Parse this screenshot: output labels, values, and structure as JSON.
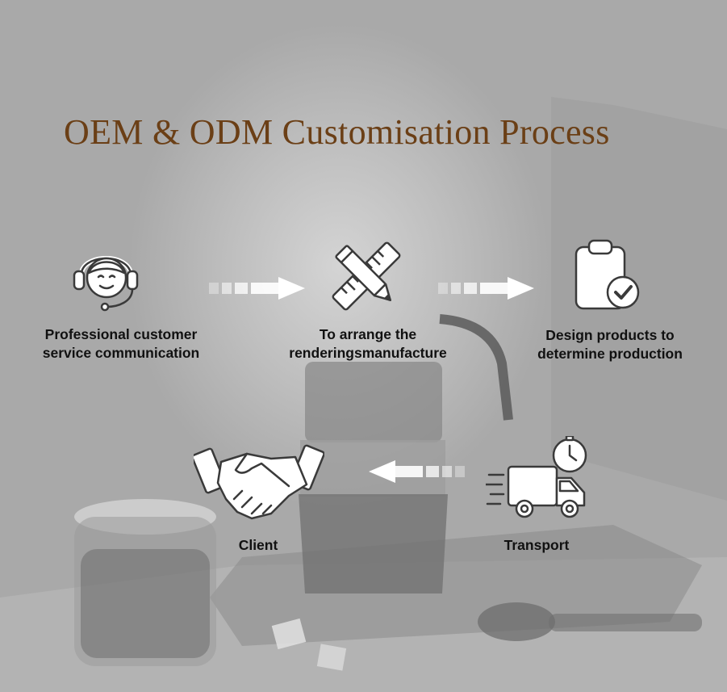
{
  "title": "OEM & ODM Customisation Process",
  "colors": {
    "title": "#6b3f16",
    "label": "#111111",
    "icon_fill": "#ffffff",
    "icon_stroke": "#3a3a3a"
  },
  "steps": [
    {
      "icon": "headset-support-icon",
      "line1": "Professional customer",
      "line2": "service communication"
    },
    {
      "icon": "pencil-ruler-icon",
      "line1": "To arrange the",
      "line2": "renderingsmanufacture"
    },
    {
      "icon": "clipboard-check-icon",
      "line1": "Design products to",
      "line2": "determine production"
    },
    {
      "icon": "fast-delivery-truck-icon",
      "line1": "Transport",
      "line2": ""
    },
    {
      "icon": "handshake-icon",
      "line1": "Client",
      "line2": ""
    }
  ]
}
